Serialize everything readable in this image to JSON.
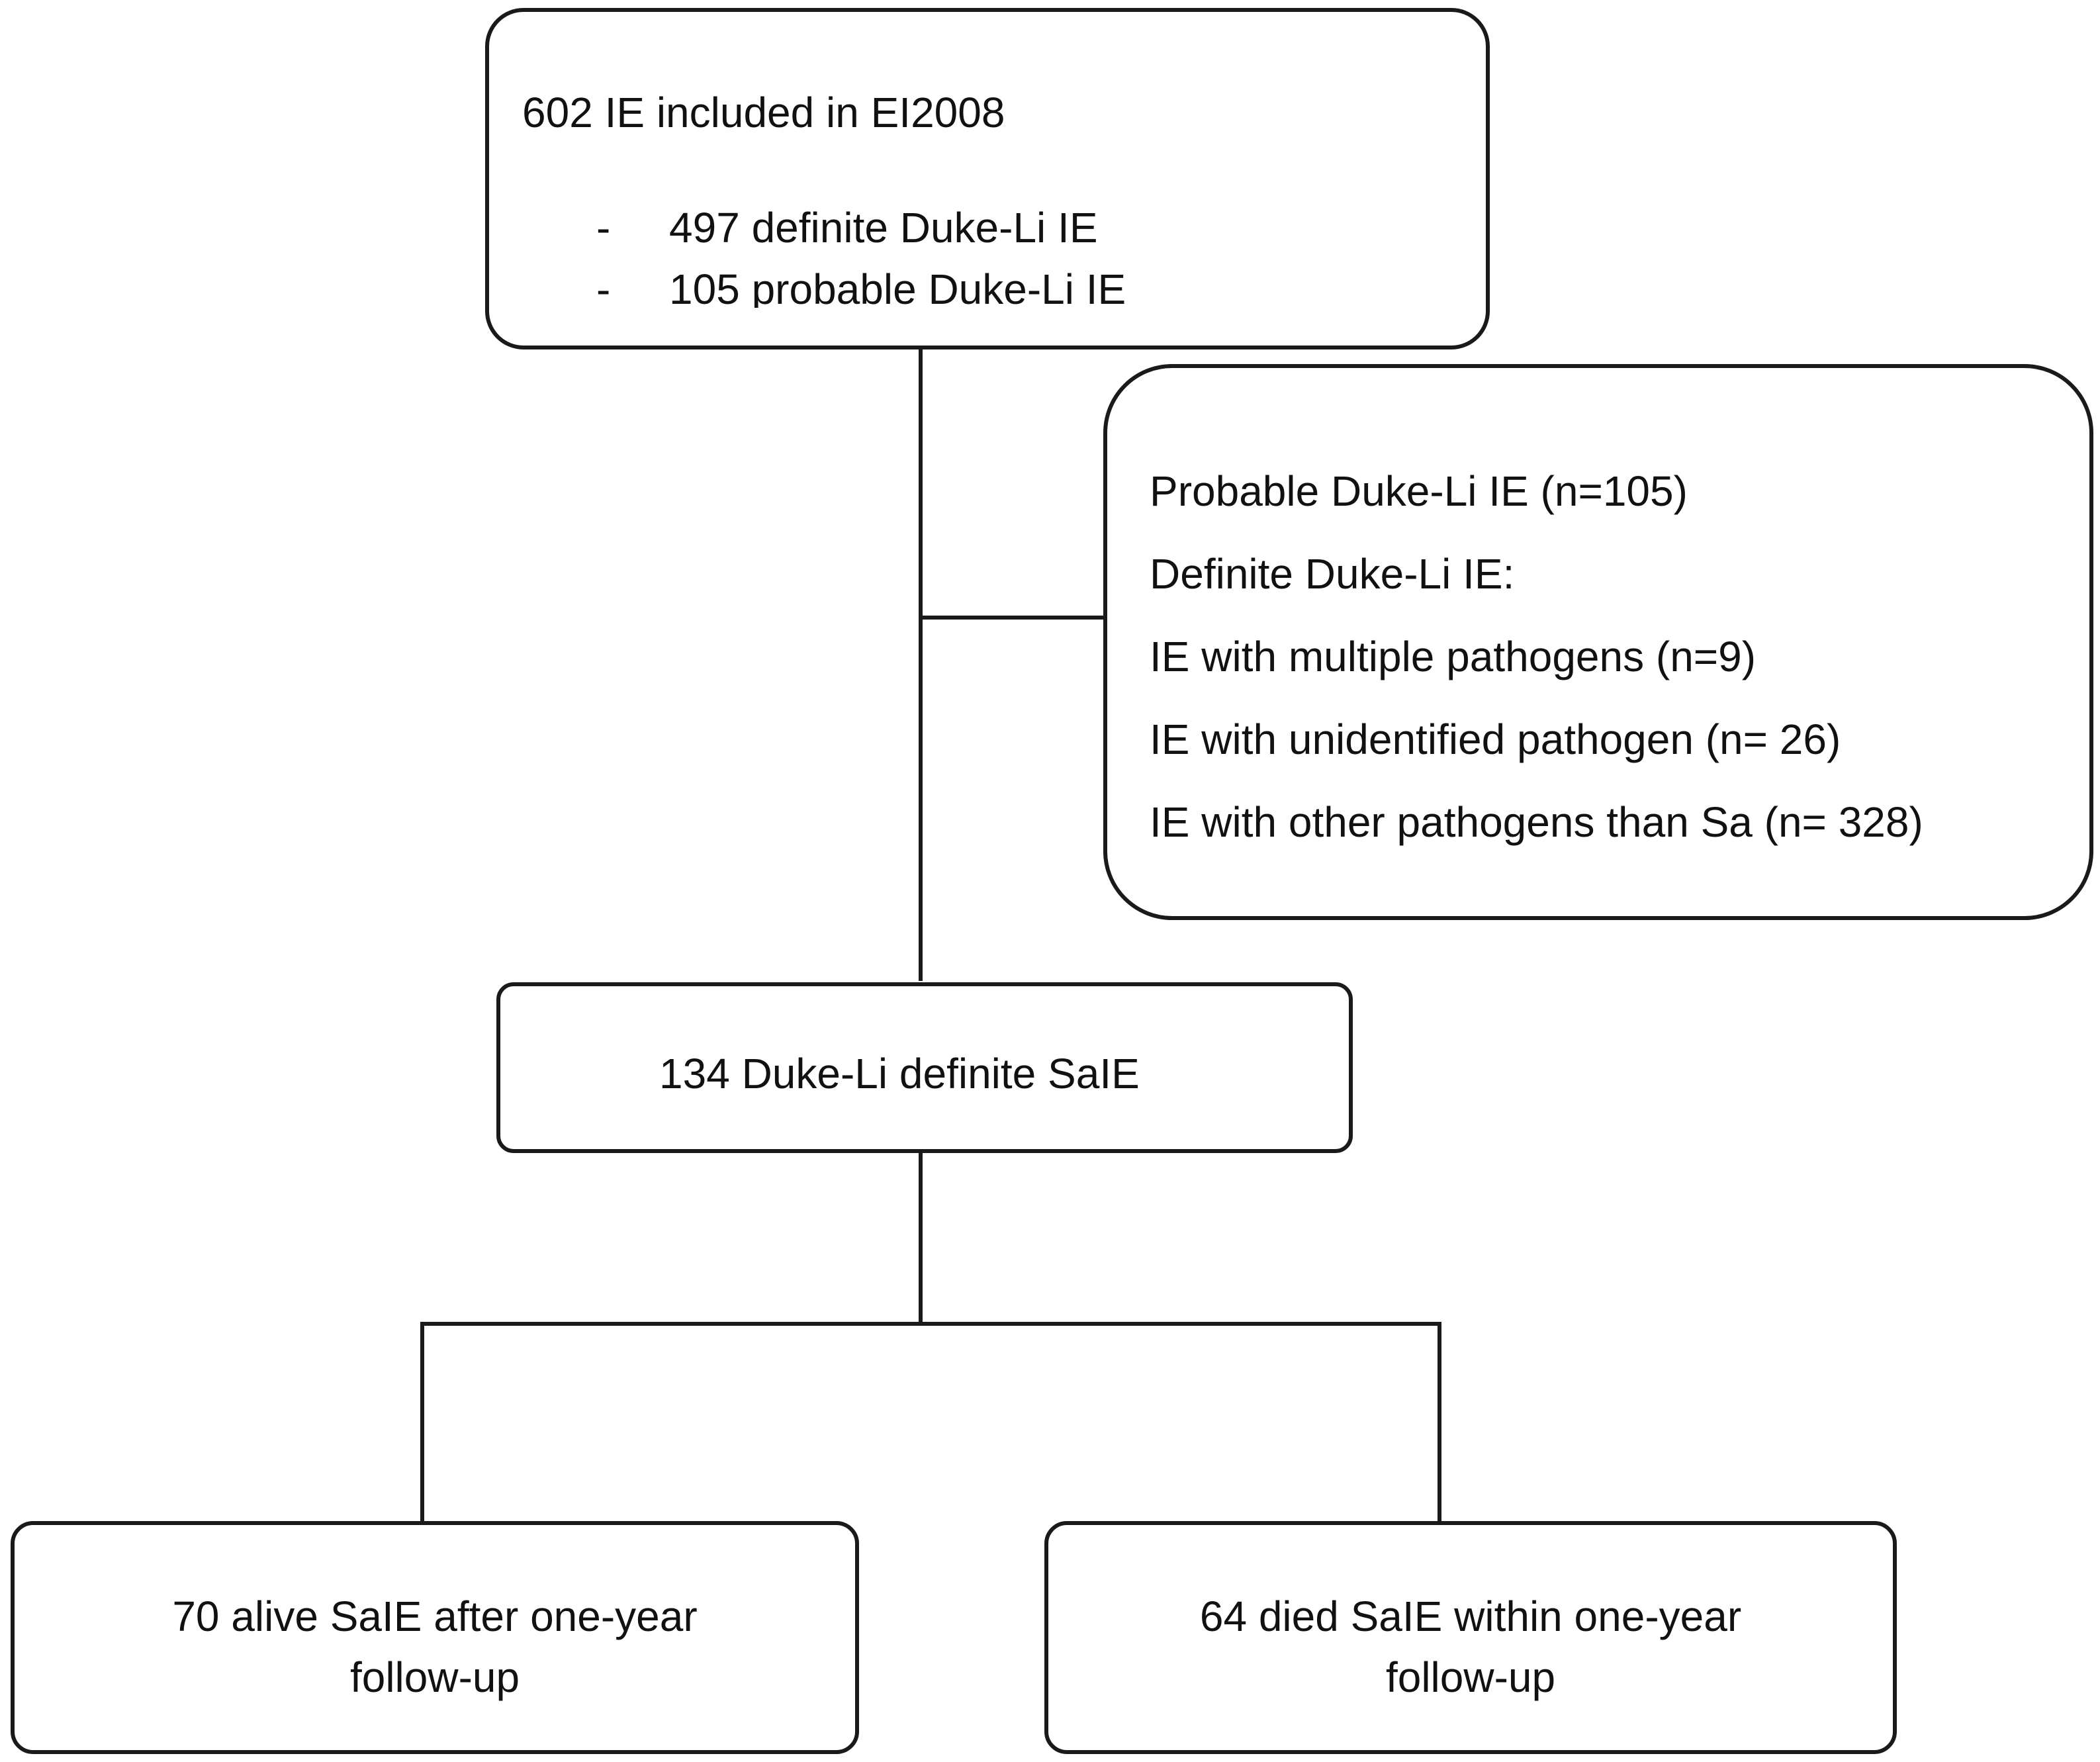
{
  "top_box": {
    "title": "602 IE included in EI2008",
    "bullets": [
      {
        "dash": "-",
        "text": "497 definite Duke-Li IE"
      },
      {
        "dash": "-",
        "text": "105 probable Duke-Li IE"
      }
    ]
  },
  "exclusion_box": {
    "lines": [
      "Probable Duke-Li IE (n=105)",
      "Definite Duke-Li IE:",
      "IE with multiple pathogens (n=9)",
      "IE with unidentified pathogen (n= 26)",
      "IE with other pathogens than Sa (n= 328)"
    ]
  },
  "middle_box": {
    "text": "134 Duke-Li definite SaIE"
  },
  "bottom_left_box": {
    "line1": "70 alive SaIE after one-year",
    "line2": "follow-up"
  },
  "bottom_right_box": {
    "line1": "64 died SaIE within one-year",
    "line2": "follow-up"
  }
}
